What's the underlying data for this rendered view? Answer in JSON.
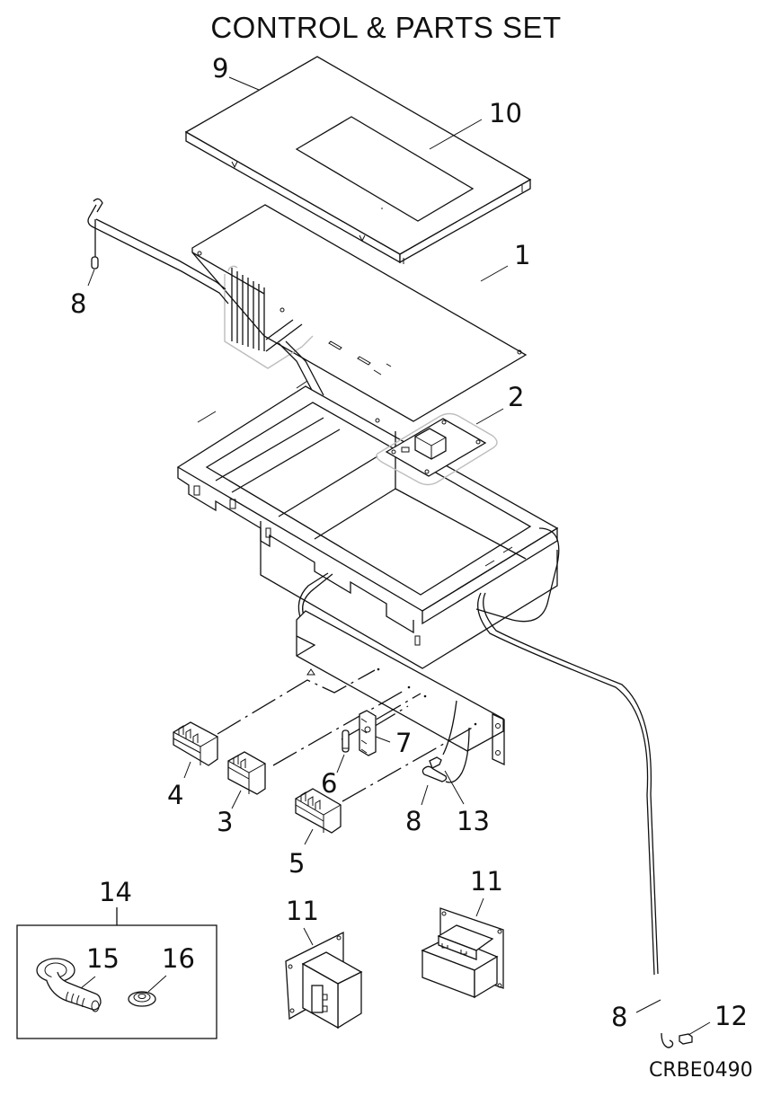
{
  "title": "CONTROL & PARTS SET",
  "drawing_code": "CRBE0490",
  "callouts": {
    "c1": "1",
    "c2": "2",
    "c3": "3",
    "c4": "4",
    "c5": "5",
    "c6": "6",
    "c7": "7",
    "c8a": "8",
    "c8b": "8",
    "c8c": "8",
    "c9": "9",
    "c10": "10",
    "c11a": "11",
    "c11b": "11",
    "c12": "12",
    "c13": "13",
    "c14": "14",
    "c15": "15",
    "c16": "16"
  }
}
